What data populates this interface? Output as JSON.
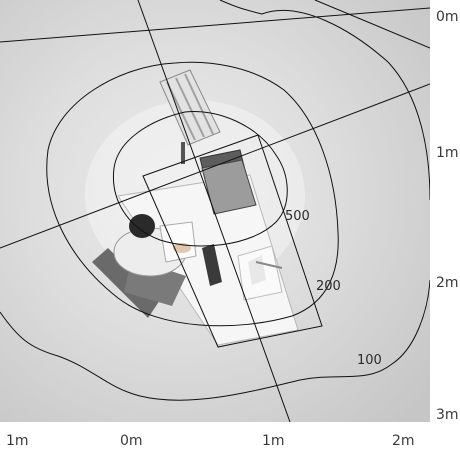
{
  "figure": {
    "background_color": "#d6d6d6",
    "floor_color": "#cfcfcf",
    "contour_stroke": "#111111",
    "grid_stroke": "#111111",
    "contour_labels": [
      "500",
      "200",
      "100"
    ],
    "x_axis_labels": [
      "1m",
      "0m",
      "1m",
      "2m"
    ],
    "y_axis_labels": [
      "0m",
      "1m",
      "2m",
      "3m"
    ],
    "scene_objects": [
      "desk",
      "laptop",
      "light-fixture",
      "office-chair",
      "person",
      "papers",
      "phone"
    ]
  }
}
